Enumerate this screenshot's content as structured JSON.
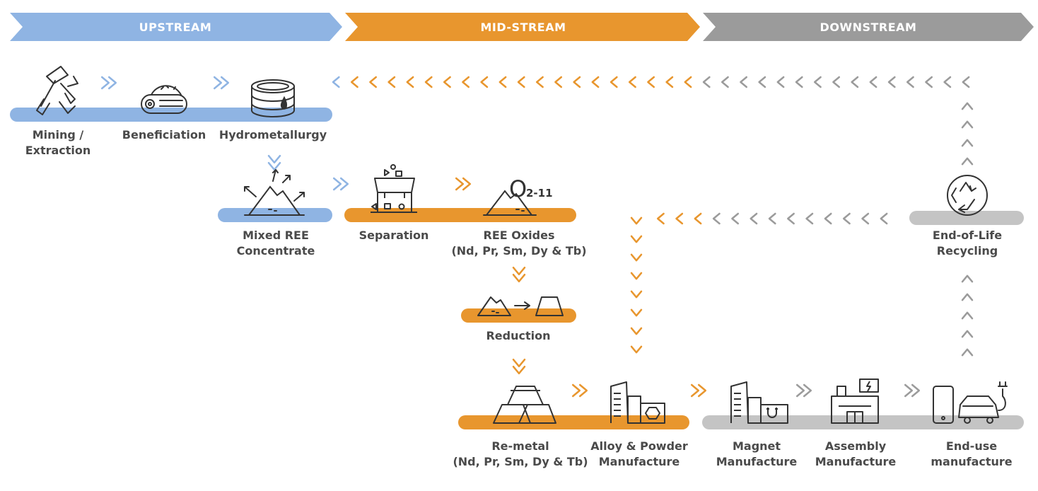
{
  "stages": {
    "upstream": "UPSTREAM",
    "midstream": "MID-STREAM",
    "downstream": "DOWNSTREAM"
  },
  "colors": {
    "upstream": "#8fb4e3",
    "midstream": "#e8962e",
    "downstream": "#9b9b9b",
    "text": "#4a4a4a"
  },
  "steps": {
    "mining": {
      "line1": "Mining /",
      "line2": "Extraction",
      "icon": "pickaxe-shovel-icon"
    },
    "beneficiation": {
      "line1": "Beneficiation",
      "icon": "conveyor-belt-icon"
    },
    "hydrometallurgy": {
      "line1": "Hydrometallurgy",
      "icon": "tank-droplet-icon"
    },
    "mixed_ree": {
      "line1": "Mixed REE",
      "line2": "Concentrate",
      "icon": "ore-pile-arrows-icon"
    },
    "separation": {
      "line1": "Separation",
      "icon": "separator-machine-icon"
    },
    "ree_oxides": {
      "line1": "REE Oxides",
      "line2": "(Nd, Pr, Sm, Dy & Tb)",
      "icon": "oxide-pile-icon",
      "formula": "O",
      "subscript": "2-11"
    },
    "reduction": {
      "line1": "Reduction",
      "icon": "pile-to-ingot-icon"
    },
    "remetal": {
      "line1": "Re-metal",
      "line2": "(Nd, Pr, Sm, Dy & Tb)",
      "icon": "metal-ingots-icon"
    },
    "alloy": {
      "line1": "Alloy & Powder",
      "line2": "Manufacture",
      "icon": "alloy-factory-icon"
    },
    "magnet": {
      "line1": "Magnet",
      "line2": "Manufacture",
      "icon": "magnet-factory-icon"
    },
    "assembly": {
      "line1": "Assembly",
      "line2": "Manufacture",
      "icon": "assembly-factory-icon"
    },
    "enduse": {
      "line1": "End-use",
      "line2": "manufacture",
      "icon": "phone-car-icon"
    },
    "recycling": {
      "line1": "End-of-Life",
      "line2": "Recycling",
      "icon": "recycle-icon"
    }
  }
}
